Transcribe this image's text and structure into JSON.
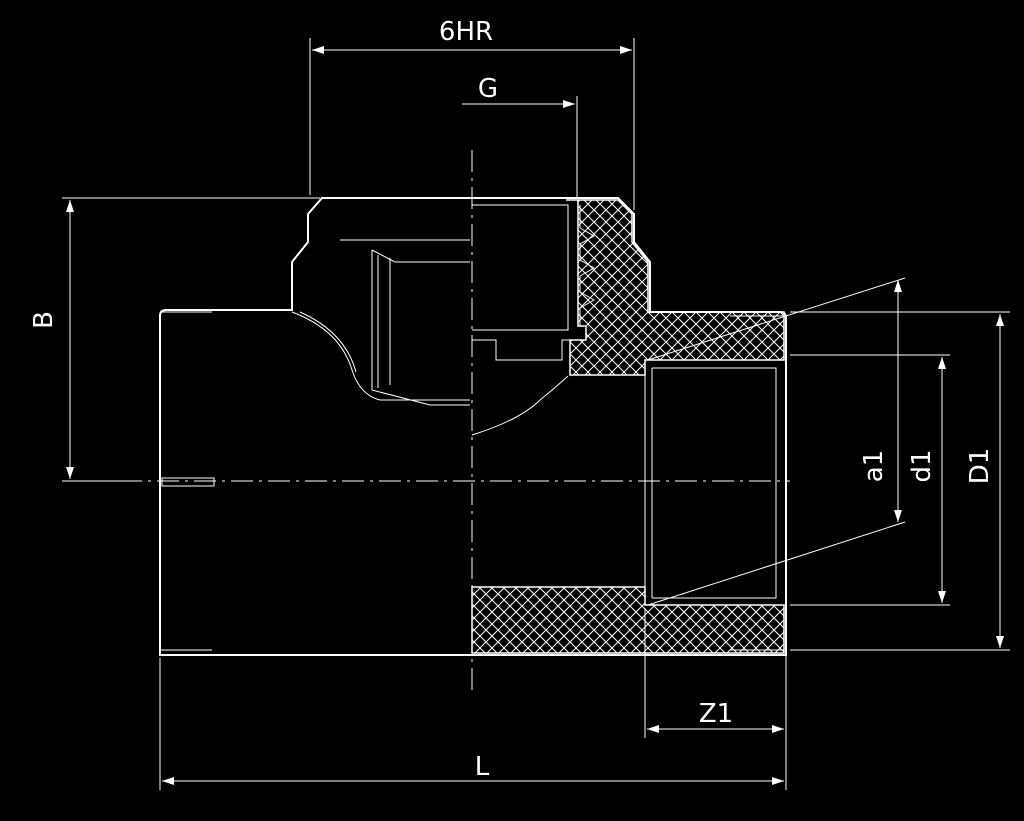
{
  "colors": {
    "background": "#000000",
    "line": "#ffffff"
  },
  "dimensions": {
    "hex_width": "6HR",
    "thread": "G",
    "height": "B",
    "spigot_outer": "a1",
    "socket_inner": "d1",
    "socket_outer": "D1",
    "socket_depth": "Z1",
    "length": "L"
  }
}
